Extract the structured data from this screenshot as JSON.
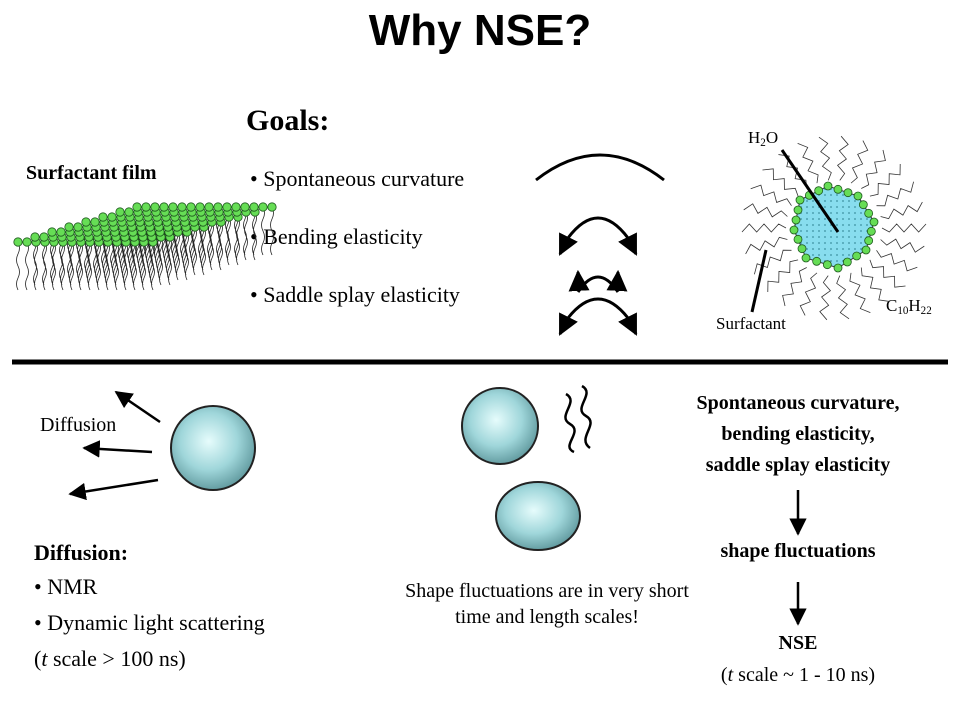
{
  "title": "Why NSE?",
  "goals": {
    "heading": "Goals:",
    "items": [
      "• Spontaneous curvature",
      "• Bending elasticity",
      "• Saddle splay elasticity"
    ]
  },
  "surfactant_film_label": "Surfactant film",
  "droplet_labels": {
    "h2o_main": "H",
    "h2o_sub": "2",
    "h2o_tail": "O",
    "c_main": "C",
    "c_sub1": "10",
    "c_mid": "H",
    "c_sub2": "22",
    "surfactant": "Surfactant"
  },
  "diffusion": {
    "arrow_label": "Diffusion",
    "heading": "Diffusion:",
    "items": [
      "• NMR",
      "• Dynamic light scattering"
    ],
    "scale_open": "(",
    "scale_var": "t",
    "scale_rest": " scale > 100 ns)"
  },
  "shape_text": "Shape fluctuations are in very short time and length scales!",
  "flow": {
    "spont_line1": "Spontaneous curvature,",
    "spont_line2": "bending elasticity,",
    "spont_line3": "saddle splay elasticity",
    "shape_fluct": "shape fluctuations",
    "nse": "NSE",
    "scale_open": "(",
    "scale_var": "t",
    "scale_rest": " scale ~ 1 - 10 ns)"
  },
  "colors": {
    "bead_green": "#66dd55",
    "droplet_core": "#88ddee",
    "sphere_center": "#dffafa",
    "sphere_edge": "#5e9aa0"
  }
}
